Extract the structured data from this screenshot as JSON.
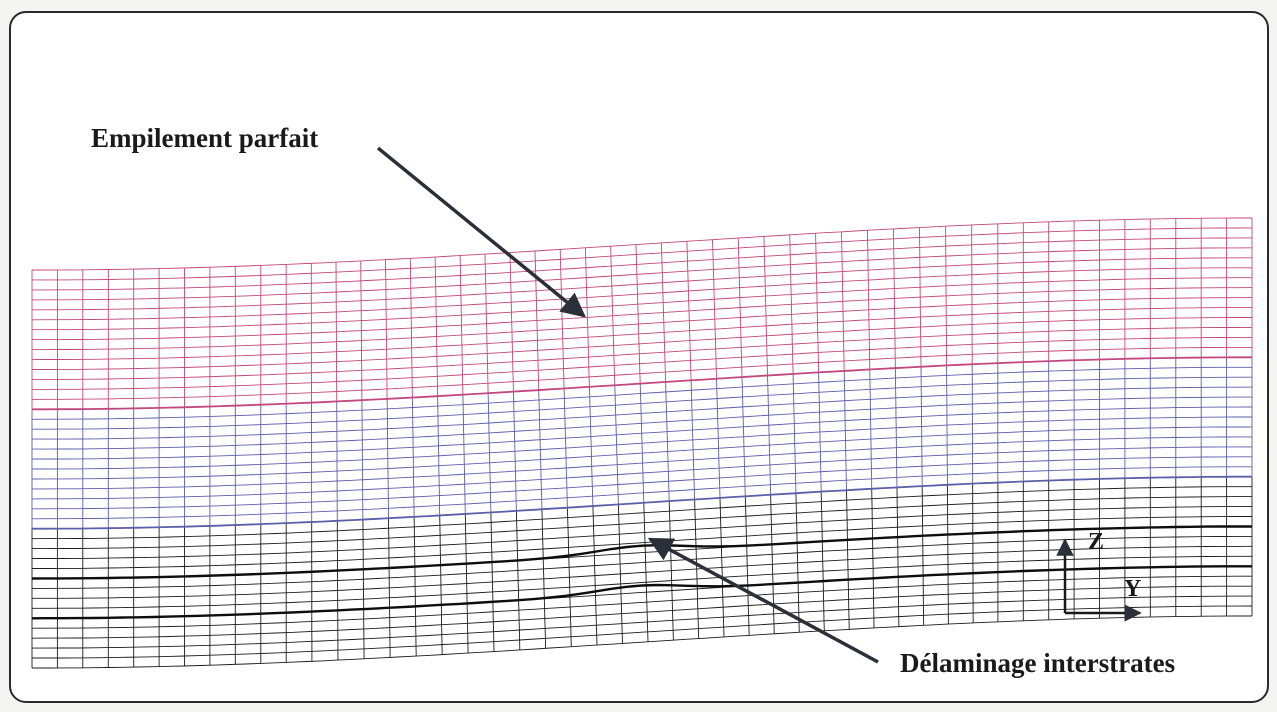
{
  "labels": {
    "perfect_stacking": "Empilement parfait",
    "interply_delamination": "Délaminage interstrates"
  },
  "axes": {
    "vertical": "Z",
    "horizontal": "Y"
  },
  "mesh": {
    "zones": [
      {
        "name": "top-plies",
        "color": "#c2477f"
      },
      {
        "name": "middle-plies",
        "color": "#5b5fa8"
      },
      {
        "name": "bottom-plies",
        "color": "#1c1c1c"
      }
    ],
    "delamination_interfaces": 2
  },
  "colors": {
    "frame": "#2a2a2a",
    "background": "#ffffff",
    "arrow": "#2b2f3a"
  }
}
